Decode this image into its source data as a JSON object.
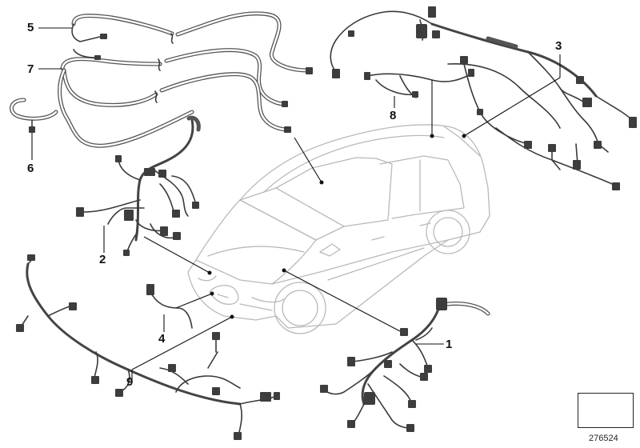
{
  "diagram": {
    "callouts": [
      {
        "id": "c1",
        "label": "1"
      },
      {
        "id": "c2",
        "label": "2"
      },
      {
        "id": "c3",
        "label": "3"
      },
      {
        "id": "c4",
        "label": "4"
      },
      {
        "id": "c5",
        "label": "5"
      },
      {
        "id": "c6",
        "label": "6"
      },
      {
        "id": "c7",
        "label": "7"
      },
      {
        "id": "c8",
        "label": "8"
      },
      {
        "id": "c9",
        "label": "9"
      }
    ],
    "reference_number": "276524",
    "colors": {
      "wire": "#3a3a3a",
      "car_outline": "#b9b9b9",
      "leader": "#111111"
    }
  }
}
